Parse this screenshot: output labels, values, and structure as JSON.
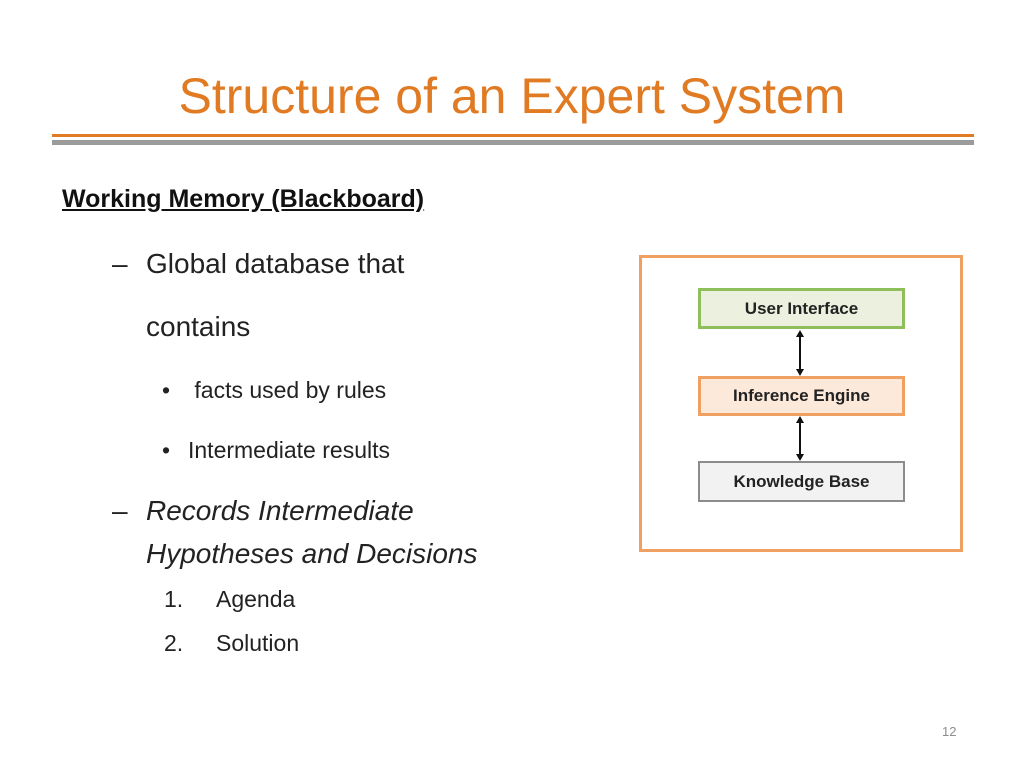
{
  "slide": {
    "title": "Structure of an Expert System",
    "section_heading": "Working Memory (Blackboard)",
    "bullets": [
      {
        "marker": "–",
        "text": "Global database that",
        "style": "normal"
      },
      {
        "marker": "",
        "text": "contains",
        "style": "normal"
      },
      {
        "marker": "•",
        "text": " facts used by rules"
      },
      {
        "marker": "•",
        "text": "Intermediate results"
      },
      {
        "marker": "–",
        "text": "Records Intermediate Hypotheses and Decisions",
        "style": "italic"
      }
    ],
    "numbered": [
      {
        "number": "1.",
        "text": "Agenda"
      },
      {
        "number": "2.",
        "text": "Solution"
      }
    ],
    "page_number": "12"
  },
  "diagram": {
    "boxes": [
      {
        "label": "User Interface",
        "fill": "#ebf1de",
        "border": "#8fbf5a"
      },
      {
        "label": "Inference Engine",
        "fill": "#fde9d9",
        "border": "#f0a060"
      },
      {
        "label": "Knowledge Base",
        "fill": "#f2f2f2",
        "border": "#8c8c8c"
      }
    ],
    "connectors": [
      "bidirectional-arrow",
      "bidirectional-arrow"
    ],
    "frame_color": "#f0a060"
  },
  "colors": {
    "accent": "#e07b24",
    "rule_gray": "#9b9b9b"
  }
}
